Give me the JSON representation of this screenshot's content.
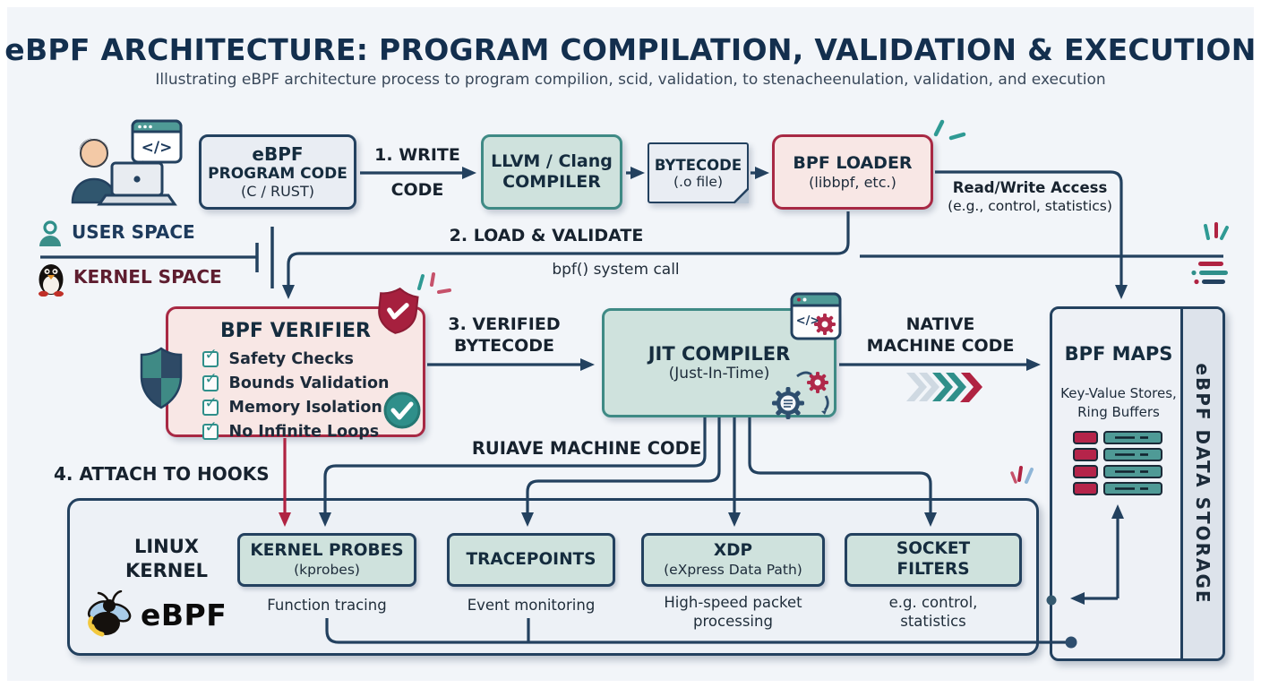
{
  "header": {
    "title": "eBPF ARCHITECTURE: PROGRAM COMPILATION, VALIDATION & EXECUTION",
    "subtitle": "Illustrating eBPF architecture process to program compilion, scid, validation, to stenacheenulation, validation, and execution"
  },
  "top_flow": {
    "dev_code": "</>",
    "program_code": {
      "l1": "eBPF",
      "l2": "PROGRAM CODE",
      "l3": "(C / RUST)"
    },
    "step1": {
      "l1": "1. WRITE",
      "l2": "CODE"
    },
    "compiler": {
      "l1": "LLVM / Clang",
      "l2": "COMPILER"
    },
    "bytecode": {
      "l1": "BYTECODE",
      "l2": "(.o file)"
    },
    "loader": {
      "l1": "BPF LOADER",
      "l2": "(libbpf, etc.)"
    },
    "rw": {
      "l1": "Read/Write Access",
      "l2": "(e.g., control, statistics)"
    }
  },
  "spaces": {
    "user": "USER SPACE",
    "kernel": "KERNEL SPACE",
    "step2": "2. LOAD & VALIDATE",
    "syscall": "bpf() system call"
  },
  "verifier": {
    "title": "BPF VERIFIER",
    "checks": [
      "Safety Checks",
      "Bounds Validation",
      "Memory Isolation",
      "No Infinite Loops"
    ]
  },
  "step3": {
    "l1": "3. VERIFIED",
    "l2": "BYTECODE"
  },
  "jit": {
    "l1": "JIT COMPILER",
    "l2": "(Just-In-Time)",
    "window_code": "</>"
  },
  "native": {
    "l1": "NATIVE",
    "l2": "MACHINE CODE"
  },
  "maps": {
    "title": "BPF MAPS",
    "sub": "Key-Value Stores,\nRing Buffers"
  },
  "storage": {
    "label": "eBPF DATA STORAGE"
  },
  "labels": {
    "runtime": "RUIAVE MACHINE CODE",
    "step4": "4. ATTACH TO HOOKS"
  },
  "kernel_box": {
    "title": "LINUX\nKERNEL",
    "logo_text": "eBPF",
    "hooks": [
      {
        "title": "KERNEL PROBES",
        "sub": "(kprobes)",
        "caption": "Function tracing"
      },
      {
        "title": "TRACEPOINTS",
        "sub": "",
        "caption": "Event monitoring"
      },
      {
        "title": "XDP",
        "sub": "(eXpress Data Path)",
        "caption": "High-speed packet\nprocessing"
      },
      {
        "title": "SOCKET\nFILTERS",
        "sub": "",
        "caption": "e.g. control,\nstatistics"
      }
    ]
  },
  "colors": {
    "navy": "#23415f",
    "teal_border": "#3f8a85",
    "teal_fill": "#cfe2dd",
    "red": "#b02342",
    "pink_fill": "#f8e7e5",
    "grey_fill": "#e9edf3",
    "maroon_text": "#5e1d2f",
    "accent_teal": "#2f8f8a",
    "background": "#f2f5f9"
  },
  "icons": {
    "developer": "person-laptop-icon",
    "bubble": "code-bubble-icon",
    "user": "user-icon",
    "tux": "tux-icon",
    "shield_check": "shield-check-icon",
    "quartered_shield": "quartered-shield-icon",
    "check_circle": "check-circle-icon",
    "checkbox": "checkbox-icon",
    "code_window": "code-window-icon",
    "gears": "gears-icon",
    "chevrons": "chevrons-icon",
    "kv_table": "kv-table-icon",
    "bee": "bee-icon",
    "sparkle": "sparkle-icon",
    "dash_list": "dash-list-icon"
  }
}
